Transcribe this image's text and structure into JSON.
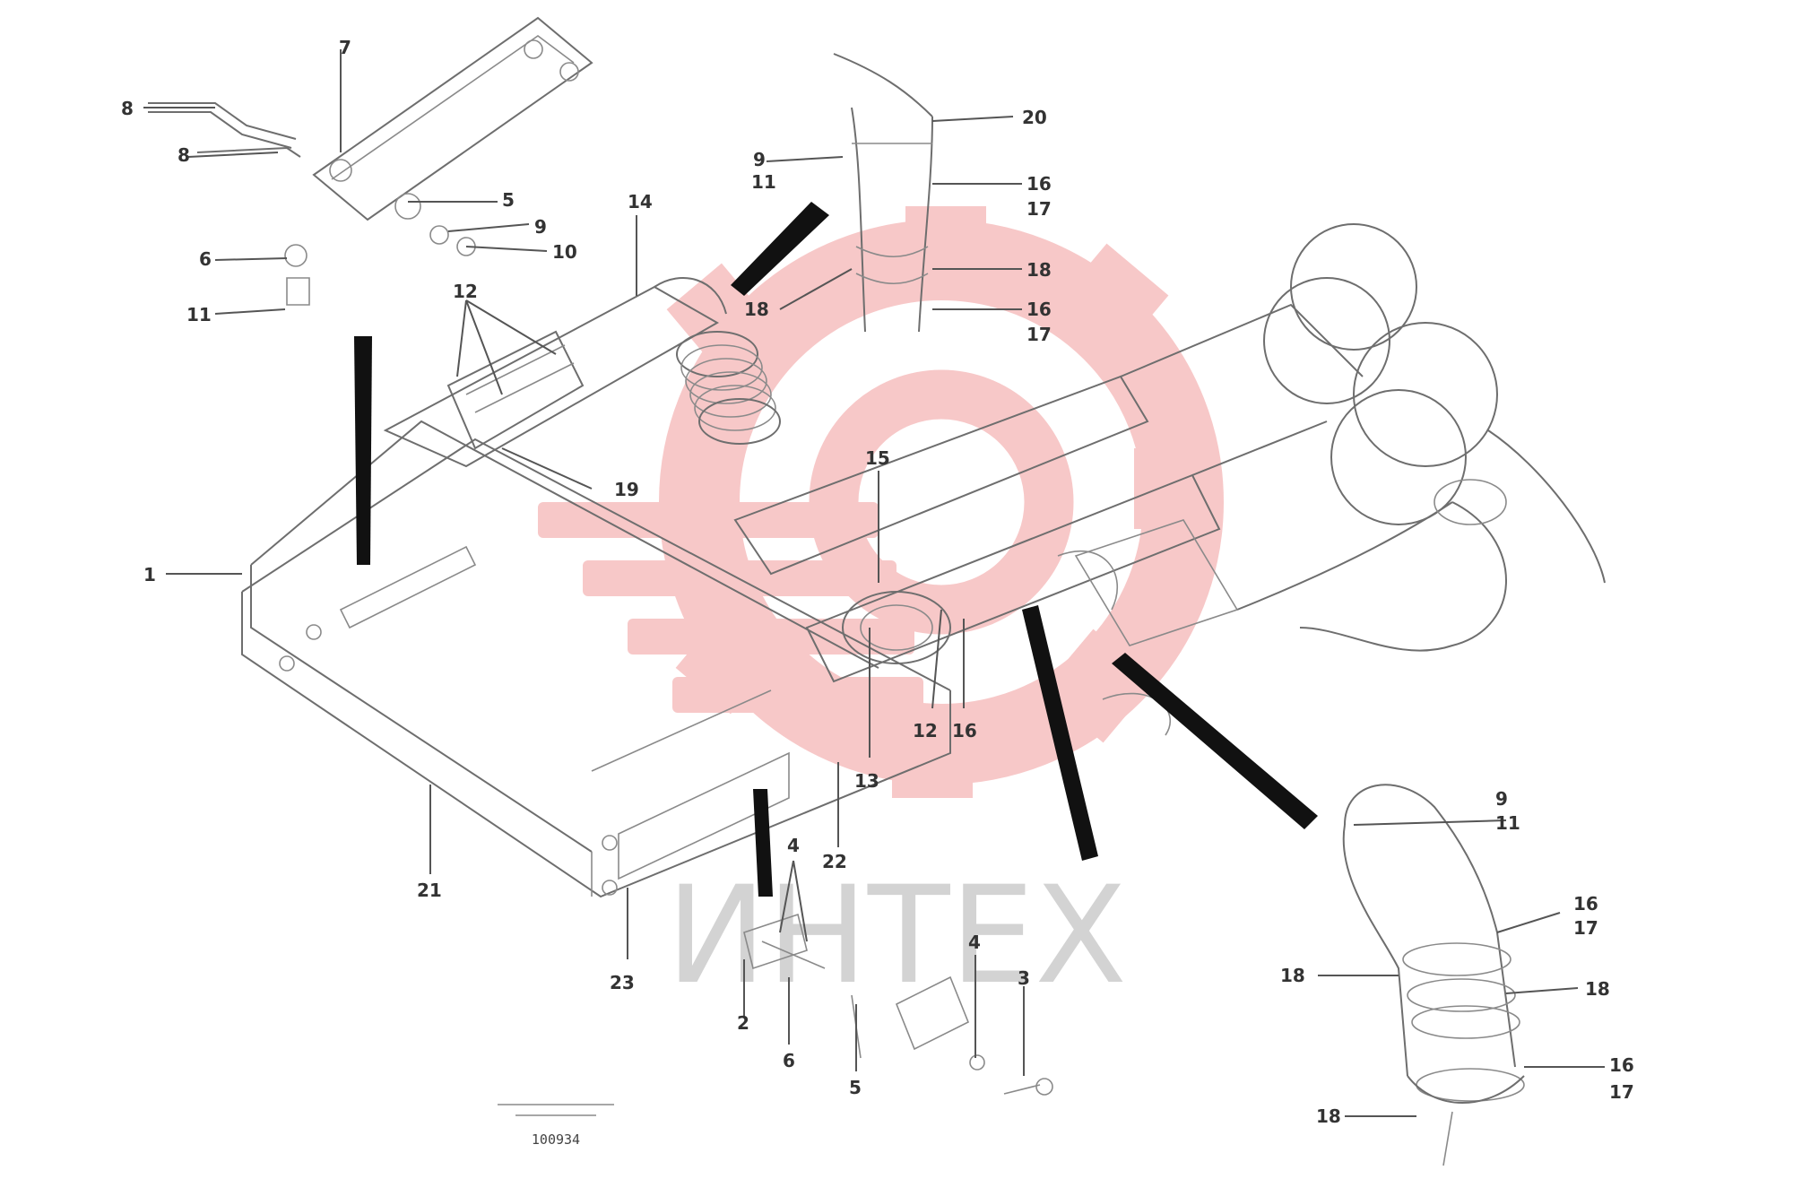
{
  "diagram": {
    "watermark": {
      "text": "ИНТЕХ",
      "accent_color": "#f4b8b8",
      "text_color": "#c9c9c9"
    },
    "drawing_number": "100934",
    "callouts": [
      {
        "id": "c1",
        "text": "7"
      },
      {
        "id": "c2",
        "text": "8"
      },
      {
        "id": "c3",
        "text": "8"
      },
      {
        "id": "c4",
        "text": "5"
      },
      {
        "id": "c5",
        "text": "9"
      },
      {
        "id": "c6",
        "text": "10"
      },
      {
        "id": "c7",
        "text": "6"
      },
      {
        "id": "c8",
        "text": "11"
      },
      {
        "id": "c9",
        "text": "14"
      },
      {
        "id": "c10",
        "text": "12"
      },
      {
        "id": "c11",
        "text": "19"
      },
      {
        "id": "c12",
        "text": "1"
      },
      {
        "id": "c13",
        "text": "21"
      },
      {
        "id": "c14",
        "text": "20"
      },
      {
        "id": "c15",
        "text": "9"
      },
      {
        "id": "c16",
        "text": "11"
      },
      {
        "id": "c17",
        "text": "16"
      },
      {
        "id": "c18",
        "text": "17"
      },
      {
        "id": "c19",
        "text": "18"
      },
      {
        "id": "c20",
        "text": "16"
      },
      {
        "id": "c21",
        "text": "17"
      },
      {
        "id": "c22",
        "text": "18"
      },
      {
        "id": "c23",
        "text": "15"
      },
      {
        "id": "c24",
        "text": "13"
      },
      {
        "id": "c25",
        "text": "12"
      },
      {
        "id": "c26",
        "text": "16"
      },
      {
        "id": "c27",
        "text": "22"
      },
      {
        "id": "c28",
        "text": "23"
      },
      {
        "id": "c29",
        "text": "4"
      },
      {
        "id": "c30",
        "text": "2"
      },
      {
        "id": "c31",
        "text": "6"
      },
      {
        "id": "c32",
        "text": "5"
      },
      {
        "id": "c33",
        "text": "4"
      },
      {
        "id": "c34",
        "text": "3"
      },
      {
        "id": "c35",
        "text": "9"
      },
      {
        "id": "c36",
        "text": "11"
      },
      {
        "id": "c37",
        "text": "16"
      },
      {
        "id": "c38",
        "text": "17"
      },
      {
        "id": "c39",
        "text": "18"
      },
      {
        "id": "c40",
        "text": "18"
      },
      {
        "id": "c41",
        "text": "16"
      },
      {
        "id": "c42",
        "text": "17"
      },
      {
        "id": "c43",
        "text": "18"
      }
    ]
  }
}
